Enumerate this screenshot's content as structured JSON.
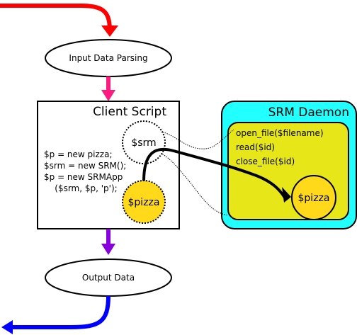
{
  "nodes": {
    "input": {
      "label": "Input Data Parsing"
    },
    "output": {
      "label": "Output Data"
    },
    "client": {
      "title": "Client Script",
      "code": [
        "$p = new pizza;",
        "$srm = new SRM();",
        "$p = new SRMApp",
        "    ($srm, $p, 'p');"
      ],
      "srm_label": "$srm",
      "pizza_label": "$pizza"
    },
    "daemon": {
      "title": "SRM Daemon",
      "methods": [
        "open_file($filename)",
        "read($id)",
        "close_file($id)"
      ],
      "pizza_label": "$pizza"
    }
  },
  "colors": {
    "entry_arrow": "#ff0000",
    "input_to_client": "#ff1a80",
    "client_to_output": "#8800dd",
    "exit_arrow": "#0000ff",
    "daemon_fill": "#22ffff",
    "daemon_inner_fill": "#e6e619",
    "pizza_fill": "#ffd91a"
  }
}
